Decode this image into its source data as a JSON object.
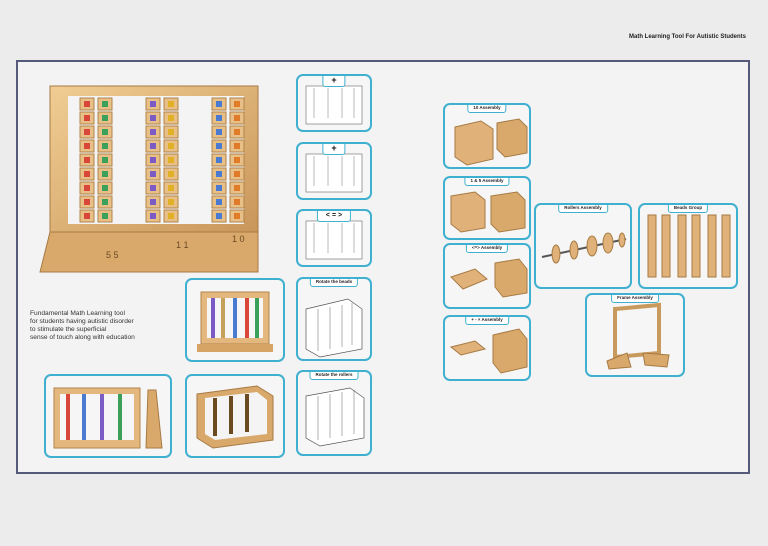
{
  "header": {
    "title": "Math Learning Tool For Autistic Students"
  },
  "description": {
    "lines": [
      "Fundamental Math Learning tool",
      "for students having autistic disorder",
      "to stimulate the superficial",
      "sense of touch along with education"
    ]
  },
  "operations": {
    "plus_1": "+",
    "plus_2": "+",
    "compare": "< = >",
    "rotate_beads": "Rotate the beads",
    "rotate_rollers": "Rotate the rollers"
  },
  "assemblies": {
    "ten": "10 Assembly",
    "one_five": "1 & 5 Assembly",
    "compare": "<=> Assembly",
    "arith": "+ - × Assembly",
    "rollers": "Rollers Assembly",
    "beads": "Beads Group",
    "frame": "Frame Assembly"
  },
  "colors": {
    "accent": "#3fb0cf",
    "frame_border": "#555a7a",
    "wood": "#e2b77c",
    "wood_dark": "#b88a50"
  }
}
